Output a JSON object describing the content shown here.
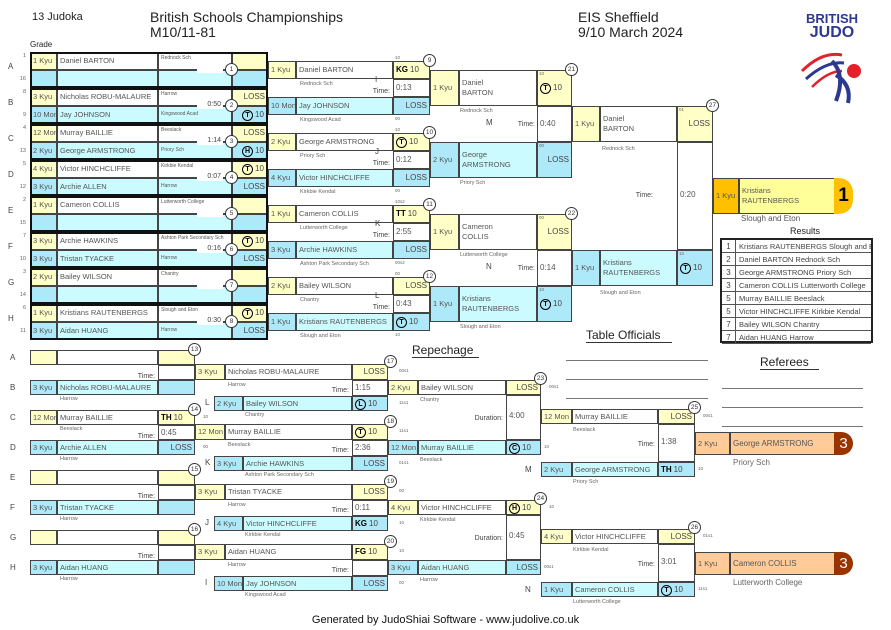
{
  "header": {
    "count": "13 Judoka",
    "title": "British Schools Championships",
    "category": "M10/11-81",
    "venue": "EIS Sheffield",
    "date": "9/10 March 2024",
    "grade_label": "Grade"
  },
  "logo": {
    "line1": "BRITISH",
    "line2": "JUDO"
  },
  "labels": {
    "time": "Time:",
    "duration": "Duration:",
    "results": "Results",
    "repechage": "Repechage",
    "table_officials": "Table Officials",
    "referees": "Referees",
    "footer": "Generated by JudoShiai Software - www.judolive.co.uk"
  },
  "colors": {
    "white_grade": "#ffffc8",
    "blue_grade": "#aee9f9",
    "blue_name": "#ccfbff",
    "gold": "#ffc000",
    "gold_name": "#ffff99",
    "bronze": "#ffcc99",
    "bronze_tab": "#993300",
    "logo_navy": "#2b3990",
    "logo_red": "#e4202b"
  },
  "pool": [
    {
      "num": "1",
      "letter": "A",
      "seeds": [
        "1",
        "16"
      ],
      "time": "",
      "white": {
        "grade": "1 Kyu",
        "name": "Daniel BARTON",
        "club": "Rednock Sch",
        "score": {}
      },
      "blue": {
        "score": {}
      }
    },
    {
      "num": "2",
      "letter": "B",
      "seeds": [
        "8",
        "9"
      ],
      "time": "0:50",
      "white": {
        "grade": "3 Kyu",
        "name": "Nicholas ROBU-MALAURE",
        "club": "Harrow",
        "score": {
          "value": "LOSS"
        }
      },
      "blue": {
        "grade": "10 Mon",
        "name": "Jay JOHNSON",
        "club": "Kingswood Acad",
        "score": {
          "mark": "T",
          "circled": true,
          "value": "10"
        }
      }
    },
    {
      "num": "3",
      "letter": "C",
      "seeds": [
        "4",
        "13"
      ],
      "time": "1:14",
      "white": {
        "grade": "12 Mon",
        "name": "Murray BAILLIE",
        "club": "Beeslack",
        "score": {
          "value": "LOSS"
        }
      },
      "blue": {
        "grade": "2 Kyu",
        "name": "George ARMSTRONG",
        "club": "Priory Sch",
        "score": {
          "mark": "H",
          "circled": true,
          "value": "10"
        }
      }
    },
    {
      "num": "4",
      "letter": "D",
      "seeds": [
        "5",
        "12"
      ],
      "time": "0:07",
      "white": {
        "grade": "4 Kyu",
        "name": "Victor HINCHCLIFFE",
        "club": "Kirkbie Kendal",
        "score": {
          "mark": "T",
          "circled": true,
          "value": "10"
        }
      },
      "blue": {
        "grade": "3 Kyu",
        "name": "Archie ALLEN",
        "club": "Harrow",
        "score": {
          "value": "LOSS"
        }
      }
    },
    {
      "num": "5",
      "letter": "E",
      "seeds": [
        "2",
        "15"
      ],
      "time": "",
      "white": {
        "grade": "1 Kyu",
        "name": "Cameron COLLIS",
        "club": "Lutterworth College",
        "score": {}
      },
      "blue": {
        "score": {}
      }
    },
    {
      "num": "6",
      "letter": "F",
      "seeds": [
        "7",
        "10"
      ],
      "time": "0:16",
      "white": {
        "grade": "3 Kyu",
        "name": "Archie HAWKINS",
        "club": "Ashton Park Secondary Sch",
        "score": {
          "mark": "T",
          "circled": true,
          "value": "10"
        }
      },
      "blue": {
        "grade": "3 Kyu",
        "name": "Tristan TYACKE",
        "club": "Harrow",
        "score": {
          "value": "LOSS"
        }
      }
    },
    {
      "num": "7",
      "letter": "G",
      "seeds": [
        "3",
        "14"
      ],
      "time": "",
      "white": {
        "grade": "2 Kyu",
        "name": "Bailey WILSON",
        "club": "Chantry",
        "score": {}
      },
      "blue": {
        "score": {}
      }
    },
    {
      "num": "8",
      "letter": "H",
      "seeds": [
        "6",
        "11"
      ],
      "time": "0:30",
      "white": {
        "grade": "1 Kyu",
        "name": "Kristians RAUTENBERGS",
        "club": "Slough and Eton",
        "score": {
          "mark": "T",
          "circled": true,
          "value": "10"
        }
      },
      "blue": {
        "grade": "3 Kyu",
        "name": "Aidan HUANG",
        "club": "Harrow",
        "score": {
          "value": "LOSS"
        }
      }
    }
  ],
  "round2": [
    {
      "num": "9",
      "letter": "I",
      "time": "0:13",
      "white": {
        "grade": "1 Kyu",
        "name": "Daniel BARTON",
        "club": "Rednock Sch",
        "score": {
          "mark": "KG",
          "value": "10",
          "pts": "10"
        }
      },
      "blue": {
        "grade": "10 Mon",
        "name": "Jay JOHNSON",
        "club": "Kingswood Acad",
        "score": {
          "value": "LOSS",
          "pts": "00"
        }
      }
    },
    {
      "num": "10",
      "letter": "J",
      "time": "0:12",
      "white": {
        "grade": "2 Kyu",
        "name": "George ARMSTRONG",
        "club": "Priory Sch",
        "score": {
          "mark": "T",
          "circled": true,
          "value": "10",
          "pts": "10"
        }
      },
      "blue": {
        "grade": "4 Kyu",
        "name": "Victor HINCHCLIFFE",
        "club": "Kirkbie Kendal",
        "score": {
          "value": "LOSS",
          "pts": "00"
        }
      }
    },
    {
      "num": "11",
      "letter": "K",
      "time": "2:55",
      "white": {
        "grade": "1 Kyu",
        "name": "Cameron COLLIS",
        "club": "Lutterworth College",
        "score": {
          "mark": "TT",
          "value": "10",
          "pts": "10s2"
        }
      },
      "blue": {
        "grade": "3 Kyu",
        "name": "Archie HAWKINS",
        "club": "Ashton Park Secondary Sch",
        "score": {
          "value": "LOSS",
          "pts": "00s2"
        }
      }
    },
    {
      "num": "12",
      "letter": "L",
      "time": "0:43",
      "white": {
        "grade": "2 Kyu",
        "name": "Bailey WILSON",
        "club": "Chantry",
        "score": {
          "value": "LOSS",
          "pts": "00"
        }
      },
      "blue": {
        "grade": "1 Kyu",
        "name": "Kristians RAUTENBERGS",
        "club": "Slough and Eton",
        "score": {
          "mark": "T",
          "circled": true,
          "value": "10",
          "pts": "10"
        }
      }
    }
  ],
  "semis": [
    {
      "num": "21",
      "letter": "M",
      "time": "0:40",
      "white": {
        "grade": "1 Kyu",
        "name": "Daniel BARTON",
        "club": "Rednock Sch",
        "score": {
          "mark": "T",
          "circled": true,
          "value": "10",
          "pts": "10"
        }
      },
      "blue": {
        "grade": "2 Kyu",
        "name": "George ARMSTRONG",
        "club": "Priory Sch",
        "score": {
          "value": "LOSS",
          "pts": "00"
        }
      }
    },
    {
      "num": "22",
      "letter": "N",
      "time": "0:14",
      "white": {
        "grade": "1 Kyu",
        "name": "Cameron COLLIS",
        "club": "Lutterworth College",
        "score": {
          "value": "LOSS",
          "pts": "00"
        }
      },
      "blue": {
        "grade": "1 Kyu",
        "name": "Kristians RAUTENBERGS",
        "club": "Slough and Eton",
        "score": {
          "mark": "T",
          "circled": true,
          "value": "10",
          "pts": "10"
        }
      }
    }
  ],
  "final": {
    "num": "27",
    "time": "0:20",
    "white": {
      "grade": "1 Kyu",
      "name": "Daniel BARTON",
      "club": "Rednock Sch",
      "score": {
        "value": "LOSS",
        "pts": "01"
      }
    },
    "blue": {
      "grade": "1 Kyu",
      "name": "Kristians RAUTENBERGS",
      "club": "Slough and Eton",
      "score": {
        "mark": "T",
        "circled": true,
        "value": "10",
        "pts": "10"
      }
    }
  },
  "winner": {
    "place": "1",
    "grade": "1 Kyu",
    "name": "Kristians RAUTENBERGS",
    "club": "Slough and Eton"
  },
  "results": [
    {
      "place": "1",
      "text": "Kristians RAUTENBERGS Slough and Eton"
    },
    {
      "place": "2",
      "text": "Daniel BARTON Rednock Sch"
    },
    {
      "place": "3",
      "text": "George ARMSTRONG Priory Sch"
    },
    {
      "place": "3",
      "text": "Cameron COLLIS Lutterworth College"
    },
    {
      "place": "5",
      "text": "Murray BAILLIE Beeslack"
    },
    {
      "place": "5",
      "text": "Victor HINCHCLIFFE Kirkbie Kendal"
    },
    {
      "place": "7",
      "text": "Bailey WILSON Chantry"
    },
    {
      "place": "7",
      "text": "Aidan HUANG Harrow"
    }
  ],
  "repechage_r1": [
    {
      "num": "13",
      "letters": [
        "A",
        "B"
      ],
      "time": "",
      "white": {
        "score": {}
      },
      "blue": {
        "grade": "3 Kyu",
        "name": "Nicholas ROBU-MALAURE",
        "club": "Harrow",
        "score": {}
      }
    },
    {
      "num": "14",
      "letters": [
        "C",
        "D"
      ],
      "time": "0:45",
      "white": {
        "grade": "12 Mon",
        "name": "Murray BAILLIE",
        "club": "Beeslack",
        "score": {
          "mark": "TH",
          "value": "10",
          "pts": "10"
        }
      },
      "blue": {
        "grade": "3 Kyu",
        "name": "Archie ALLEN",
        "club": "Harrow",
        "score": {
          "value": "LOSS",
          "pts": "00"
        }
      }
    },
    {
      "num": "15",
      "letters": [
        "E",
        "F"
      ],
      "time": "",
      "white": {
        "score": {}
      },
      "blue": {
        "grade": "3 Kyu",
        "name": "Tristan TYACKE",
        "club": "Harrow",
        "score": {}
      }
    },
    {
      "num": "16",
      "letters": [
        "G",
        "H"
      ],
      "time": "",
      "white": {
        "score": {}
      },
      "blue": {
        "grade": "3 Kyu",
        "name": "Aidan HUANG",
        "club": "Harrow",
        "score": {}
      }
    }
  ],
  "repechage_r2": [
    {
      "num": "17",
      "letter": "L",
      "time": "1:15",
      "white": {
        "grade": "3 Kyu",
        "name": "Nicholas ROBU-MALAURE",
        "club": "Harrow",
        "score": {
          "value": "LOSS",
          "pts": "00s1"
        }
      },
      "blue": {
        "grade": "2 Kyu",
        "name": "Bailey WILSON",
        "club": "Chantry",
        "score": {
          "mark": "L",
          "circled": true,
          "value": "10",
          "pts": "11s1"
        }
      }
    },
    {
      "num": "18",
      "letter": "K",
      "time": "2:36",
      "white": {
        "grade": "12 Mon",
        "name": "Murray BAILLIE",
        "club": "Beeslack",
        "score": {
          "mark": "T",
          "circled": true,
          "value": "10",
          "pts": "11s1"
        }
      },
      "blue": {
        "grade": "3 Kyu",
        "name": "Archie HAWKINS",
        "club": "Ashton Park Secondary Sch",
        "score": {
          "value": "LOSS",
          "pts": "01s1"
        }
      }
    },
    {
      "num": "19",
      "letter": "J",
      "time": "0:11",
      "white": {
        "grade": "3 Kyu",
        "name": "Tristan TYACKE",
        "club": "Harrow",
        "score": {
          "value": "LOSS",
          "pts": "00"
        }
      },
      "blue": {
        "grade": "4 Kyu",
        "name": "Victor HINCHCLIFFE",
        "club": "Kirkbie Kendal",
        "score": {
          "mark": "KG",
          "value": "10",
          "pts": "10"
        }
      }
    },
    {
      "num": "20",
      "letter": "I",
      "time": "",
      "white": {
        "grade": "3 Kyu",
        "name": "Aidan HUANG",
        "club": "Harrow",
        "score": {
          "mark": "FG",
          "value": "10",
          "pts": "10"
        }
      },
      "blue": {
        "grade": "10 Mon",
        "name": "Jay JOHNSON",
        "club": "Kingswood Acad",
        "score": {
          "value": "LOSS",
          "pts": "00"
        }
      }
    }
  ],
  "repechage_r3": [
    {
      "num": "23",
      "duration": "4:00",
      "white": {
        "grade": "2 Kyu",
        "name": "Bailey WILSON",
        "club": "Chantry",
        "score": {
          "value": "LOSS",
          "pts": "00s1"
        }
      },
      "blue": {
        "grade": "12 Mon",
        "name": "Murray BAILLIE",
        "club": "Beeslack",
        "score": {
          "mark": "C",
          "circled": true,
          "value": "10",
          "pts": "10"
        }
      }
    },
    {
      "num": "24",
      "duration": "0:45",
      "white": {
        "grade": "4 Kyu",
        "name": "Victor HINCHCLIFFE",
        "club": "Kirkbie Kendal",
        "score": {
          "mark": "H",
          "circled": true,
          "value": "10",
          "pts": "10"
        }
      },
      "blue": {
        "grade": "3 Kyu",
        "name": "Aidan HUANG",
        "club": "Harrow",
        "score": {
          "value": "LOSS",
          "pts": "00s1"
        }
      }
    }
  ],
  "bronze": [
    {
      "num": "25",
      "letter": "M",
      "time": "1:38",
      "white": {
        "grade": "12 Mon",
        "name": "Murray BAILLIE",
        "club": "Beeslack",
        "score": {
          "value": "LOSS",
          "pts": "00s1"
        }
      },
      "blue": {
        "grade": "2 Kyu",
        "name": "George ARMSTRONG",
        "club": "Priory Sch",
        "score": {
          "mark": "TH",
          "value": "10",
          "pts": "10"
        }
      }
    },
    {
      "num": "26",
      "letter": "N",
      "time": "3:01",
      "white": {
        "grade": "4 Kyu",
        "name": "Victor HINCHCLIFFE",
        "club": "Kirkbie Kendal",
        "score": {
          "value": "LOSS",
          "pts": "01s1"
        }
      },
      "blue": {
        "grade": "1 Kyu",
        "name": "Cameron COLLIS",
        "club": "Lutterworth College",
        "score": {
          "mark": "T",
          "circled": true,
          "value": "10",
          "pts": "11s1"
        }
      }
    }
  ],
  "bronze_results": [
    {
      "place": "3",
      "grade": "2 Kyu",
      "name": "George ARMSTRONG",
      "club": "Priory Sch"
    },
    {
      "place": "3",
      "grade": "1 Kyu",
      "name": "Cameron COLLIS",
      "club": "Lutterworth College"
    }
  ]
}
